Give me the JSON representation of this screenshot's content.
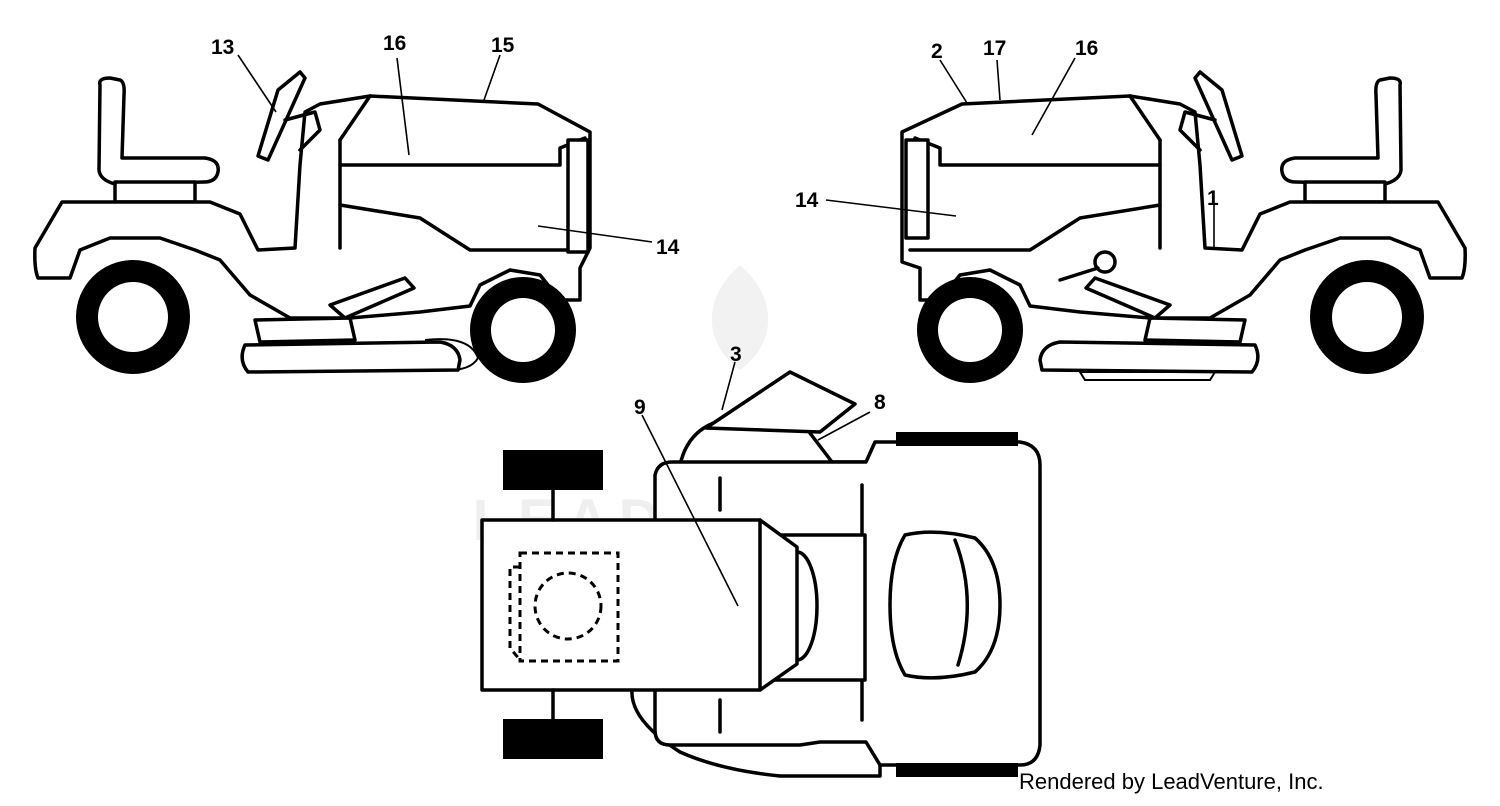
{
  "callouts": {
    "c13": "13",
    "c16_left": "16",
    "c15": "15",
    "c14_left": "14",
    "c2": "2",
    "c17": "17",
    "c16_right": "16",
    "c14_right": "14",
    "c1": "1",
    "c3": "3",
    "c9": "9",
    "c8": "8"
  },
  "watermark": "LEADVENTURE",
  "credit": "Rendered by LeadVenture, Inc."
}
